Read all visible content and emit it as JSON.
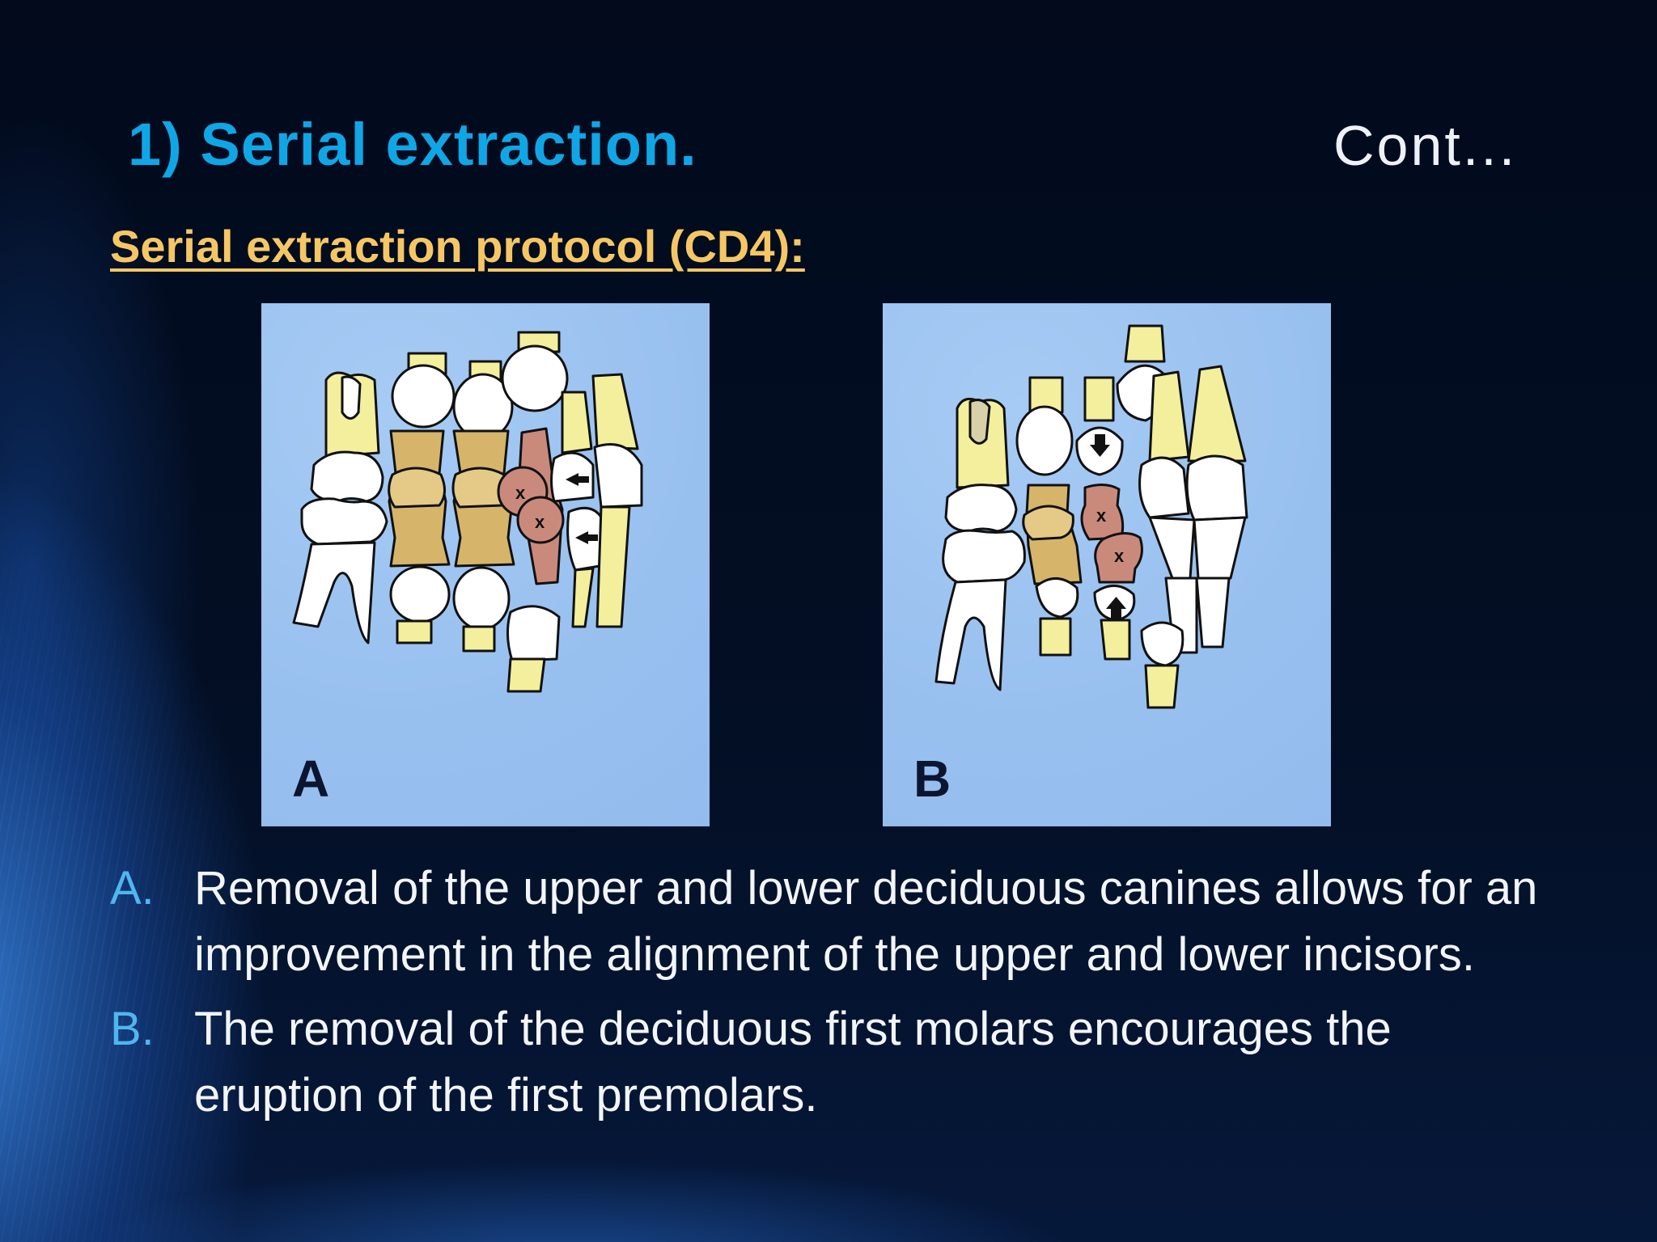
{
  "slide": {
    "title": "1) Serial extraction.",
    "continuation": "Cont...",
    "subtitle": "Serial extraction protocol (CD4):",
    "figures": [
      {
        "label": "A",
        "description": "Deciduous canines (marked x) removed; arrows indicate incisors moving into alignment"
      },
      {
        "label": "B",
        "description": "Deciduous first molars (marked x) removed; arrows indicate first premolars erupting"
      }
    ],
    "points": [
      {
        "marker": "A.",
        "text": "Removal of the upper and lower deciduous canines allows for an improvement in the alignment of the upper and lower incisors."
      },
      {
        "marker": "B.",
        "text": "The removal of the deciduous first molars encourages the eruption of the first premolars."
      }
    ]
  },
  "colors": {
    "background": "#020c1f",
    "title": "#10a6e6",
    "subtitle": "#f5c764",
    "body_text": "#f2f5fa",
    "list_marker": "#4fb6ee",
    "figure_bg": "#9cc4f2",
    "tooth_white": "#ffffff",
    "root_yellow": "#f3ef9c",
    "deciduous_tan": "#d6b56a",
    "extracted_red": "#c98a7c"
  }
}
